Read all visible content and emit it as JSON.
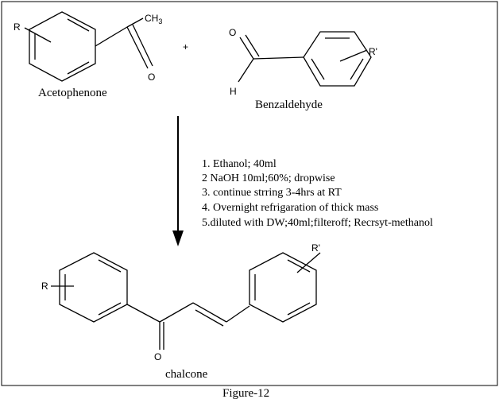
{
  "reactant1": {
    "name": "Acetophenone",
    "substituent": "R",
    "methyl": "CH",
    "methyl_sub": "3",
    "oxygen": "O"
  },
  "plus": "+",
  "reactant2": {
    "name": "Benzaldehyde",
    "substituent": "R'",
    "oxygen": "O",
    "hydrogen": "H"
  },
  "conditions": [
    "1. Ethanol; 40ml",
    "2 NaOH 10ml;60%; dropwise",
    "3. continue strring 3-4hrs at RT",
    "4. Overnight refrigaration of thick mass",
    "5.diluted with DW;40ml;filteroff; Recrsyt-methanol"
  ],
  "product": {
    "name": "chalcone",
    "substituent_left": "R",
    "substituent_right": "R'",
    "oxygen": "O"
  },
  "figure_caption": "Figure-12"
}
